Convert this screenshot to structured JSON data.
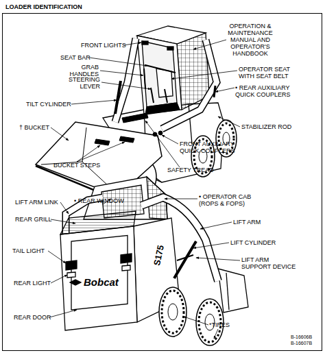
{
  "diagram": {
    "title": "LOADER IDENTIFICATION",
    "labels": [
      "FRONT LIGHTS",
      "OPERATION & MAINTENANCE MANUAL AND OPERATOR'S HANDBOOK",
      "SEAT BAR",
      "GRAB HANDLES",
      "OPERATOR SEAT WITH SEAT BELT",
      "STEERING LEVER",
      "• REAR AUXILIARY QUICK COUPLERS",
      "TILT CYLINDER",
      "† BUCKET",
      "STABILIZER ROD",
      "FRONT AUXILIARY QUICK COUPLERS",
      "BUCKET STEPS",
      "SAFETY TREAD",
      "LIFT ARM LINK",
      "• REAR WINDOW",
      "• OPERATOR CAB (ROPS & FOPS)",
      "REAR GRILL",
      "LIFT ARM",
      "LIFT CYLINDER",
      "TAIL LIGHT",
      "LIFT ARM SUPPORT DEVICE",
      "REAR LIGHT",
      "Bobcat",
      "S175",
      "REAR DOOR",
      "*TIRES",
      "B-16606B",
      "B-16607B"
    ]
  }
}
